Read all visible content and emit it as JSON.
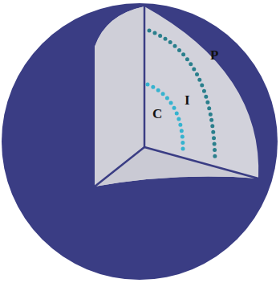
{
  "diagram": {
    "labels": [
      "P",
      "I",
      "C"
    ]
  }
}
